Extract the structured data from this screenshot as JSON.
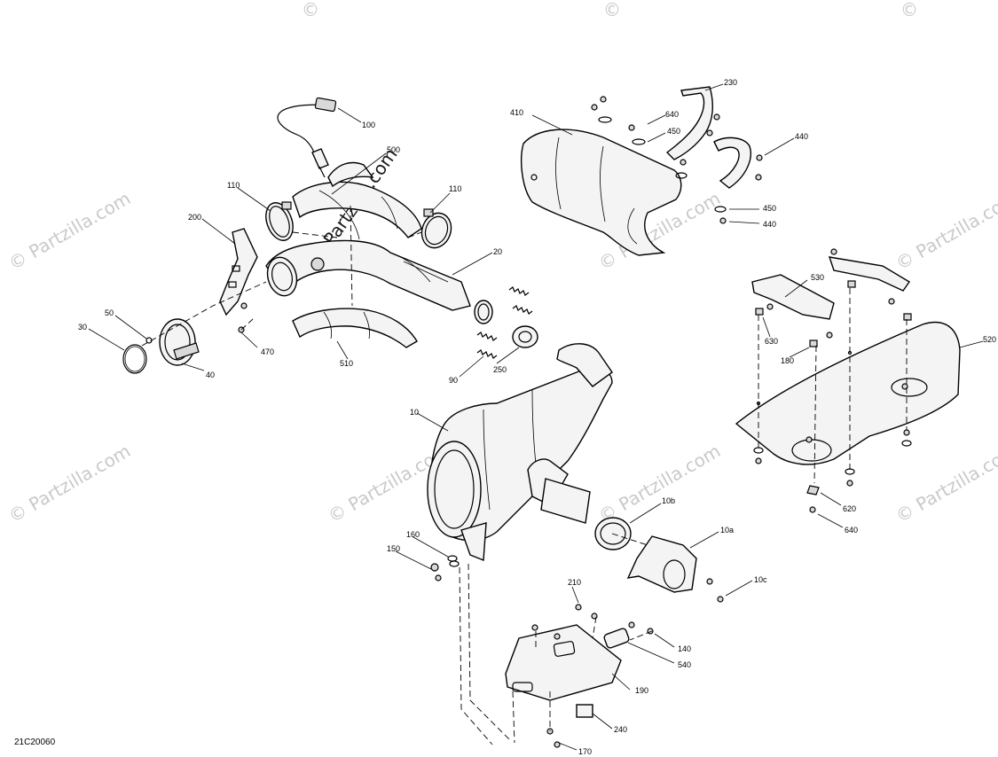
{
  "diagram_id": "21C20060",
  "watermark": "Partzilla.com",
  "watermark_symbol": "©",
  "callouts": {
    "c10": "10",
    "c10a": "10a",
    "c10b": "10b",
    "c10c": "10c",
    "c20": "20",
    "c30": "30",
    "c40": "40",
    "c50": "50",
    "c90": "90",
    "c100": "100",
    "c110a": "110",
    "c110b": "110",
    "c140": "140",
    "c150": "150",
    "c160": "160",
    "c170": "170",
    "c180": "180",
    "c190": "190",
    "c200": "200",
    "c210": "210",
    "c230": "230",
    "c240": "240",
    "c250": "250",
    "c410": "410",
    "c440a": "440",
    "c440b": "440",
    "c450a": "450",
    "c450b": "450",
    "c470": "470",
    "c500": "500",
    "c510": "510",
    "c520": "520",
    "c530": "530",
    "c540": "540",
    "c620": "620",
    "c630": "630",
    "c640a": "640",
    "c640b": "640"
  }
}
